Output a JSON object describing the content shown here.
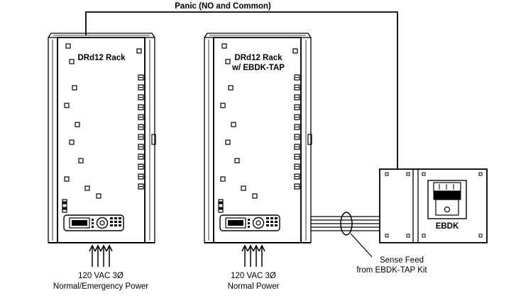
{
  "diagram": {
    "panic_label": "Panic (NO and Common)",
    "rack1": {
      "title": "DRd12 Rack",
      "power_line1": "120 VAC 3Ø",
      "power_line2": "Normal/Emergency Power"
    },
    "rack2": {
      "title_line1": "DRd12 Rack",
      "title_line2": "w/ EBDK-TAP",
      "power_line1": "120 VAC 3Ø",
      "power_line2": "Normal Power"
    },
    "ebdk": {
      "label": "EBDK"
    },
    "sense_feed": {
      "line1": "Sense Feed",
      "line2": "from EBDK-TAP Kit"
    }
  }
}
